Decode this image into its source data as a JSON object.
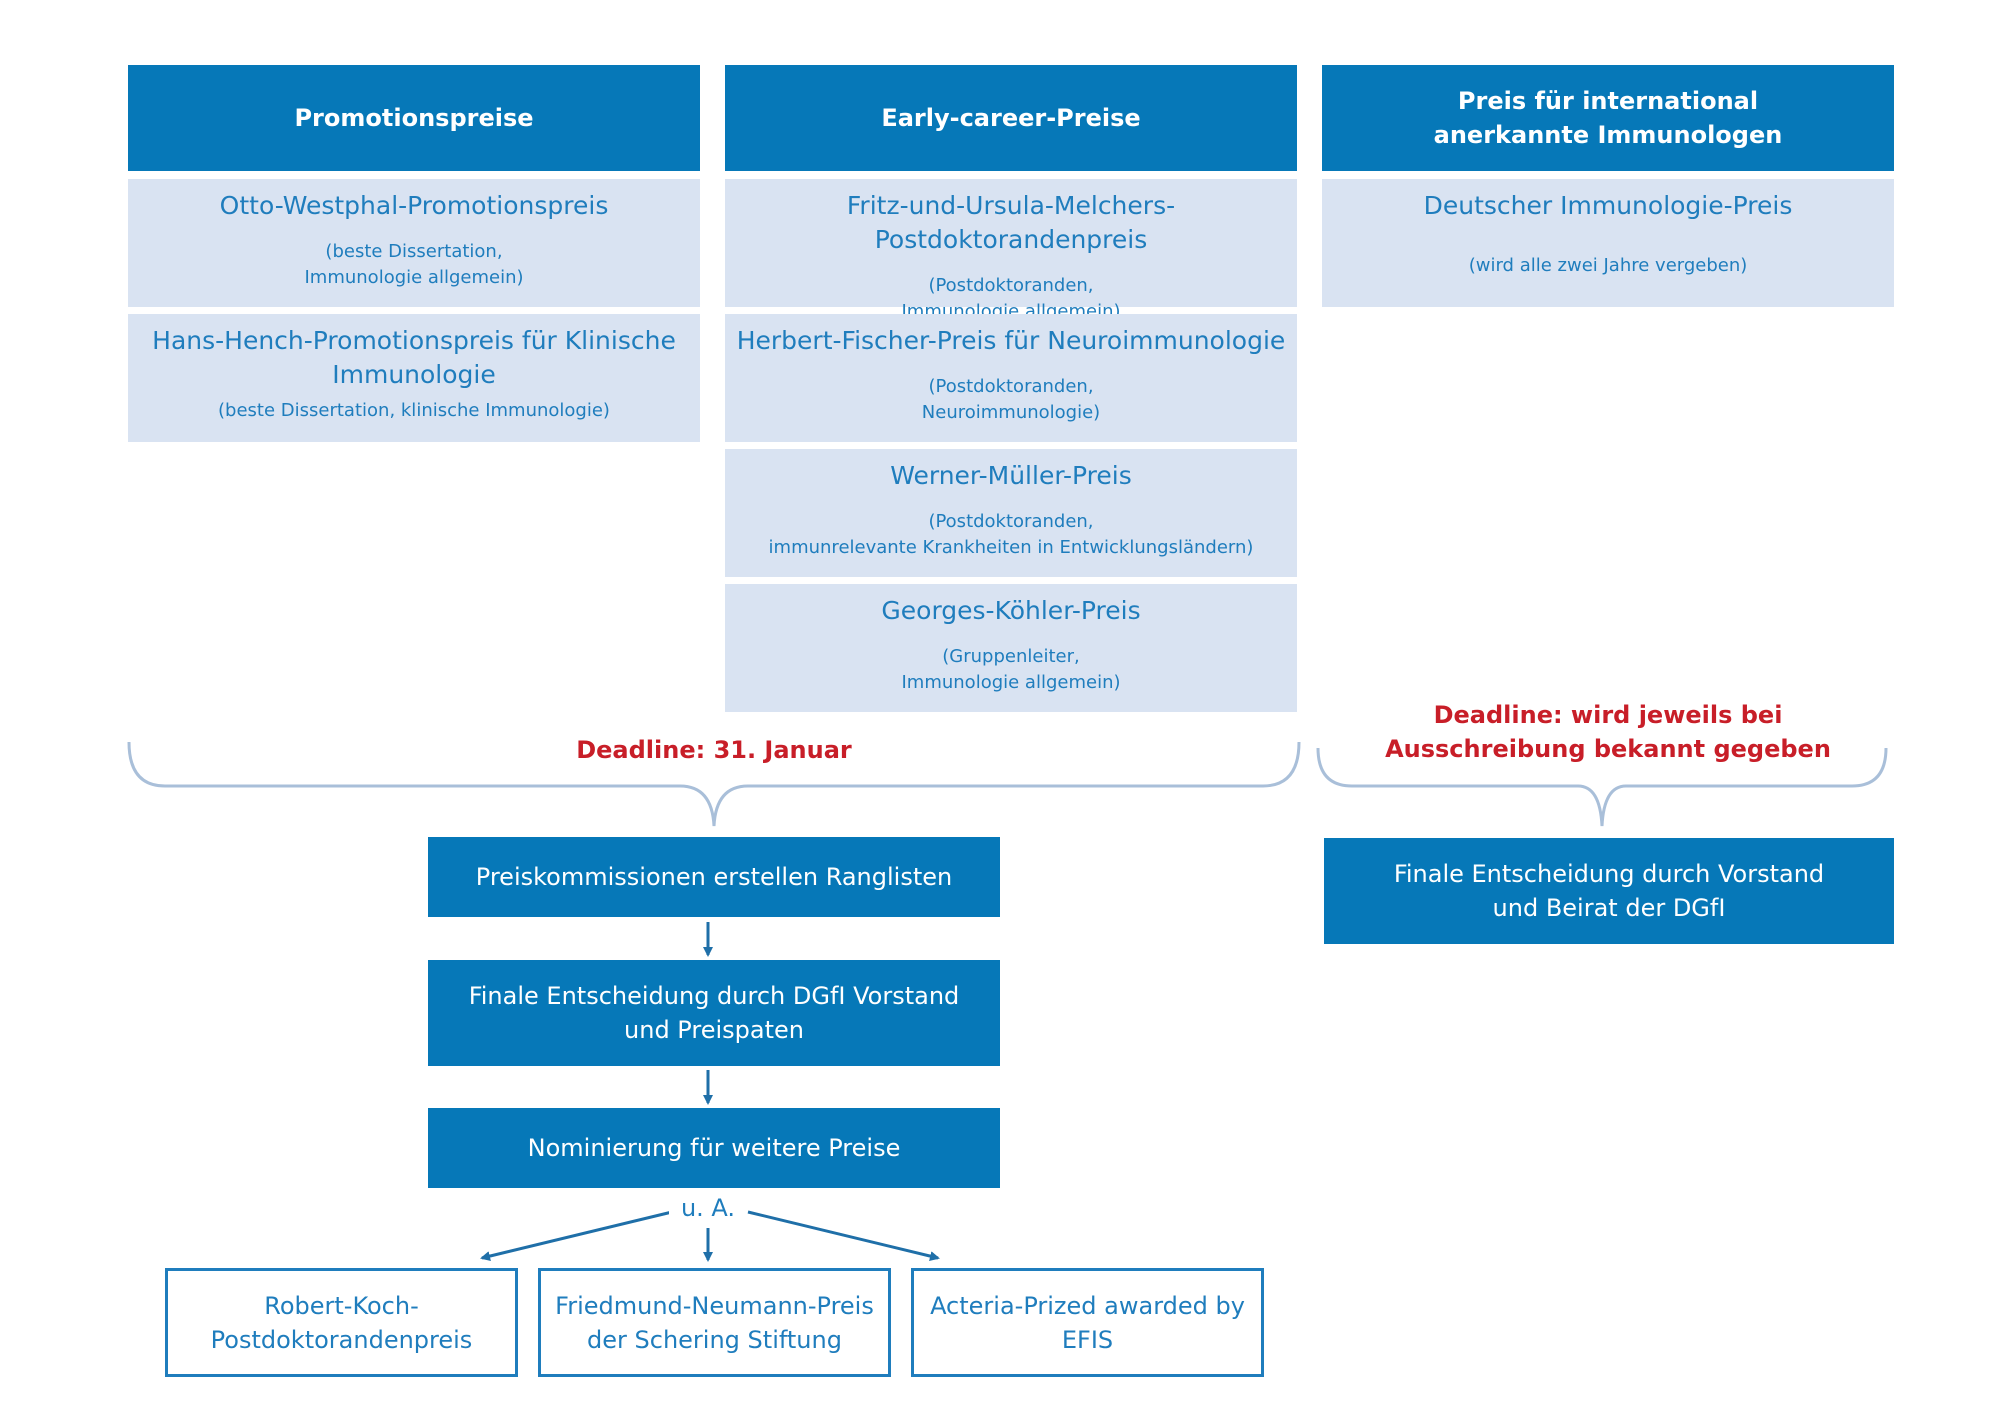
{
  "columns": [
    {
      "header": "Promotionspreise",
      "prizes": [
        {
          "name": "Otto-Westphal-Promotionspreis",
          "note": "(beste Dissertation,\nImmunologie allgemein)"
        },
        {
          "name": "Hans-Hench-Promotionspreis für Klinische\nImmunologie",
          "note": "(beste Dissertation, klinische Immunologie)"
        }
      ]
    },
    {
      "header": "Early-career-Preise",
      "prizes": [
        {
          "name": "Fritz-und-Ursula-Melchers-Postdoktorandenpreis",
          "note": "(Postdoktoranden,\nImmunologie allgemein)"
        },
        {
          "name": "Herbert-Fischer-Preis für Neuroimmunologie",
          "note": "(Postdoktoranden,\nNeuroimmunologie)"
        },
        {
          "name": "Werner-Müller-Preis",
          "note": "(Postdoktoranden,\nimmunrelevante Krankheiten in Entwicklungsländern)"
        },
        {
          "name": "Georges-Köhler-Preis",
          "note": "(Gruppenleiter,\nImmunologie allgemein)"
        }
      ]
    },
    {
      "header": "Preis für international\nanerkannte Immunologen",
      "prizes": [
        {
          "name": "Deutscher Immunologie-Preis",
          "note": "(wird alle zwei Jahre vergeben)"
        }
      ]
    }
  ],
  "deadlines": {
    "left": "Deadline: 31. Januar",
    "right": "Deadline: wird jeweils bei\nAusschreibung bekannt  gegeben"
  },
  "process": {
    "step1": "Preiskommissionen erstellen Ranglisten",
    "step2": "Finale Entscheidung durch DGfI Vorstand\nund Preispaten",
    "step3": "Nominierung für weitere Preise",
    "right_step": "Finale Entscheidung durch Vorstand\nund Beirat der DGfI"
  },
  "nomination": {
    "connector_label": "u. A.",
    "targets": [
      "Robert-Koch-\nPostdoktorandenpreis",
      "Friedmund-Neumann-Preis\nder Schering Stiftung",
      "Acteria-Prized awarded by\nEFIS"
    ]
  },
  "colors": {
    "header_fill": "#0678b8",
    "cell_fill": "#d9e3f2",
    "cell_text": "#1f7dbd",
    "deadline_text": "#c81e28",
    "connector": "#a9bfd9",
    "arrow": "#1f6fa8"
  }
}
